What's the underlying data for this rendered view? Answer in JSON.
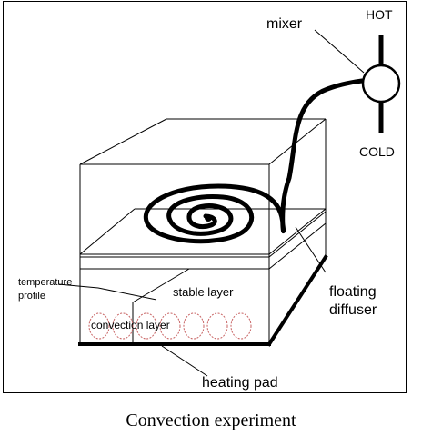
{
  "labels": {
    "mixer": "mixer",
    "hot": "HOT",
    "cold": "COLD",
    "temperature_profile_line1": "temperature",
    "temperature_profile_line2": "profile",
    "stable_layer": "stable layer",
    "convection_layer": "convection layer",
    "floating_line1": "floating",
    "floating_line2": "diffuser",
    "heating_pad": "heating pad"
  },
  "caption": "Convection experiment",
  "colors": {
    "ink": "#000000",
    "background": "#ffffff"
  },
  "icons": [
    "mixer-valve-icon",
    "spiral-diffuser-icon",
    "convection-cell-icon"
  ]
}
